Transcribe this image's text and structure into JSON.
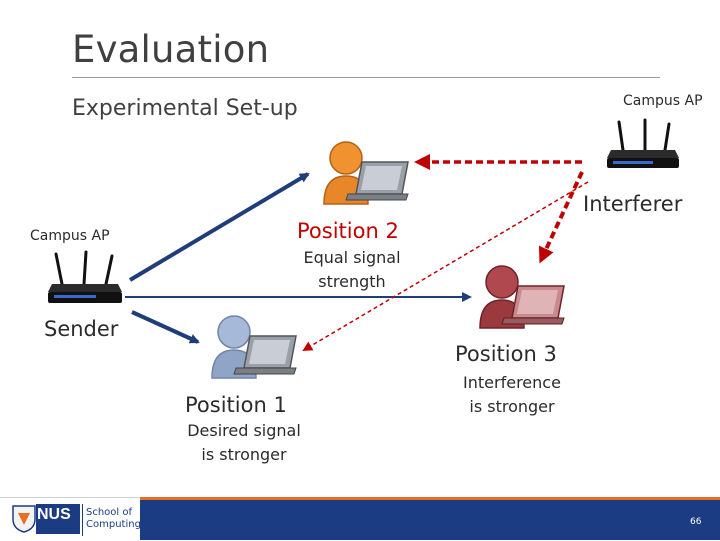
{
  "slide": {
    "title": "Evaluation",
    "subtitle": "Experimental Set-up",
    "page_number": "66"
  },
  "labels": {
    "campus_ap_right": "Campus AP",
    "campus_ap_left": "Campus AP",
    "interferer": "Interferer",
    "sender": "Sender",
    "position_2": "Position 2",
    "position_2_note_line1": "Equal signal",
    "position_2_note_line2": "strength",
    "position_1": "Position 1",
    "position_1_note_line1": "Desired signal",
    "position_1_note_line2": "is stronger",
    "position_3": "Position 3",
    "position_3_note_line1": "Interference",
    "position_3_note_line2": "is stronger"
  },
  "footer": {
    "logo_text": "NUS",
    "school_line1": "School of",
    "school_line2": "Computing"
  },
  "colors": {
    "signal_arrow": "#1f3d7a",
    "interference_arrow": "#c00000",
    "user_orange": "#e8862a",
    "user_blue": "#8fa5c8",
    "user_red": "#9a3a3f",
    "footer_blue": "#1b3c82",
    "footer_accent": "#e86f22"
  },
  "icons": [
    "router-icon",
    "user-laptop-icon"
  ]
}
